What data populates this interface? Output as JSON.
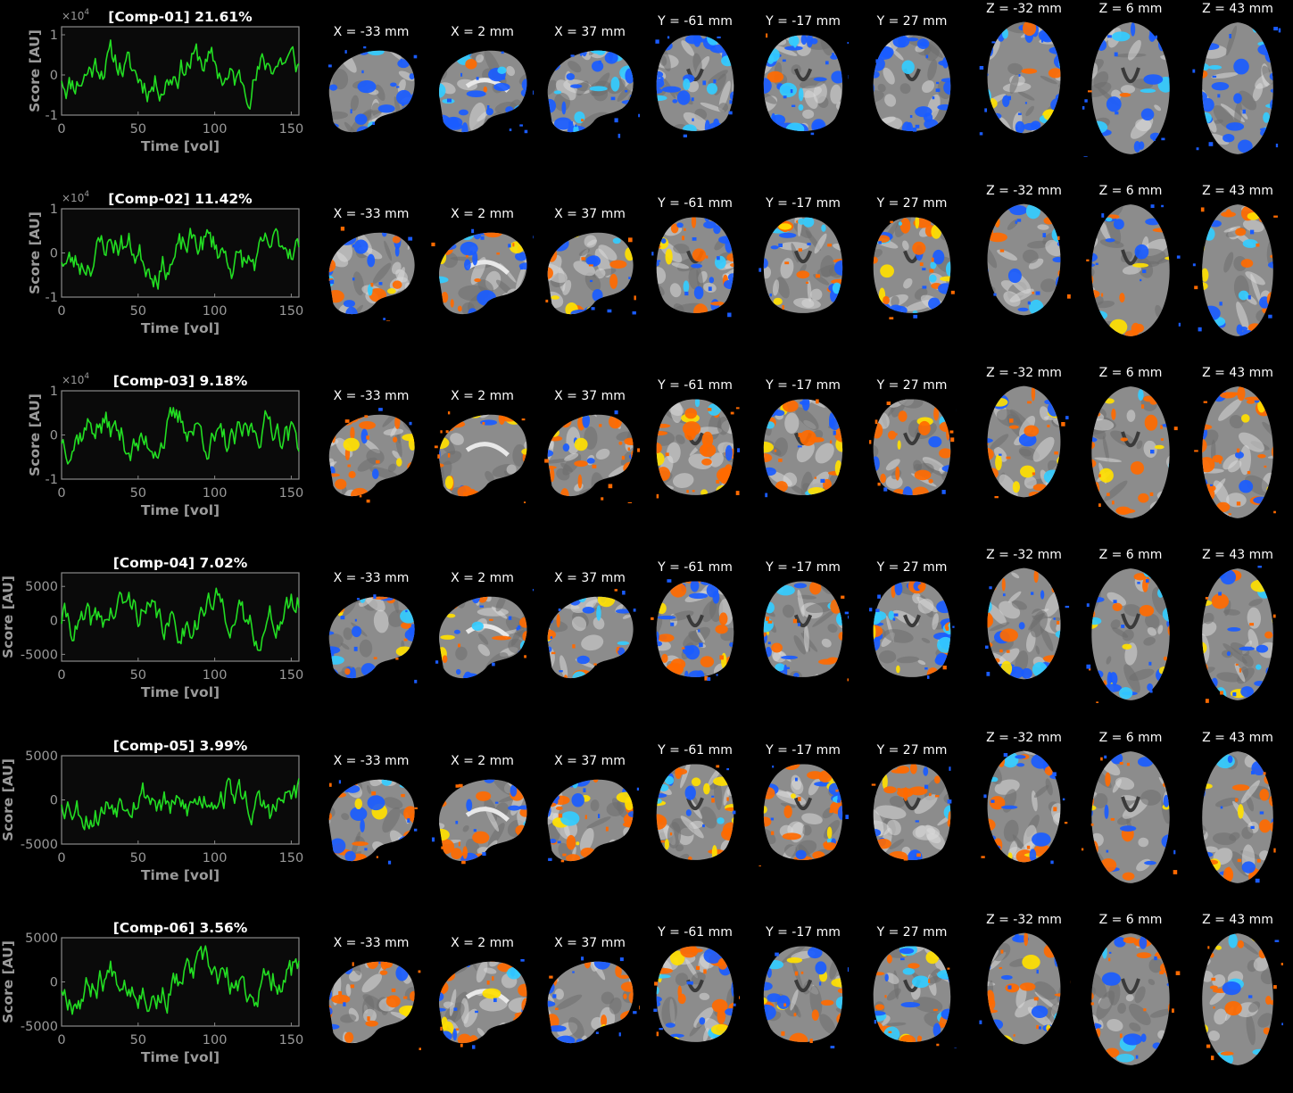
{
  "plot_common": {
    "x_axis_label": "Time [vol]",
    "y_axis_label": "Score [AU]",
    "x_ticks": [
      "0",
      "50",
      "100",
      "150"
    ],
    "line_color": "#22dd22"
  },
  "slice_labels": [
    "X = -33 mm",
    "X = 2 mm",
    "X = 37 mm",
    "Y = -61 mm",
    "Y = -17 mm",
    "Y = 27 mm",
    "Z = -32 mm",
    "Z = 6 mm",
    "Z = 43 mm"
  ],
  "colors": {
    "positive": "#ff6a00",
    "positive_strong": "#ffe000",
    "negative": "#1a5cff",
    "negative_strong": "#33ccff"
  },
  "components": [
    {
      "title": "[Comp-01] 21.61%",
      "exponent_label": "×10",
      "exponent_power": "4",
      "y_ticks": [
        "1",
        "0",
        "-1"
      ],
      "y_limits": [
        -1,
        1.2
      ],
      "seed": 11,
      "pos_ratio": 0.06
    },
    {
      "title": "[Comp-02] 11.42%",
      "exponent_label": "×10",
      "exponent_power": "4",
      "y_ticks": [
        "1",
        "0",
        "-1"
      ],
      "y_limits": [
        -1,
        1
      ],
      "seed": 23,
      "pos_ratio": 0.45
    },
    {
      "title": "[Comp-03] 9.18%",
      "exponent_label": "×10",
      "exponent_power": "4",
      "y_ticks": [
        "1",
        "0",
        "-1"
      ],
      "y_limits": [
        -1,
        1
      ],
      "seed": 37,
      "pos_ratio": 0.78
    },
    {
      "title": "[Comp-04] 7.02%",
      "exponent_label": "",
      "exponent_power": "",
      "y_ticks": [
        "5000",
        "0",
        "-5000"
      ],
      "y_limits": [
        -6000,
        7000
      ],
      "seed": 41,
      "pos_ratio": 0.35
    },
    {
      "title": "[Comp-05] 3.99%",
      "exponent_label": "",
      "exponent_power": "",
      "y_ticks": [
        "5000",
        "0",
        "-5000"
      ],
      "y_limits": [
        -5000,
        5000
      ],
      "seed": 53,
      "pos_ratio": 0.55
    },
    {
      "title": "[Comp-06] 3.56%",
      "exponent_label": "",
      "exponent_power": "",
      "y_ticks": [
        "5000",
        "0",
        "-5000"
      ],
      "y_limits": [
        -5000,
        5000
      ],
      "seed": 67,
      "pos_ratio": 0.6
    }
  ]
}
